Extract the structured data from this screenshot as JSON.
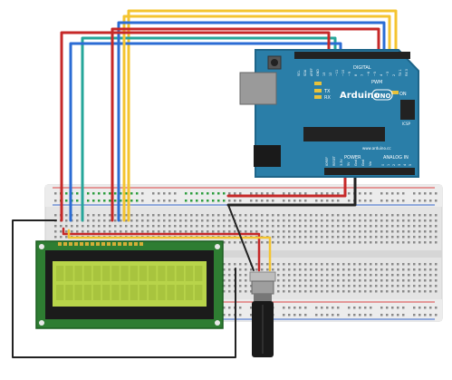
{
  "arduino": {
    "brand": "Arduino",
    "model": "UNO",
    "on_label": "ON",
    "tx_label": "TX",
    "rx_label": "RX",
    "digital_label": "DIGITAL",
    "pwm_label": "PWM",
    "power_label": "POWER",
    "analog_label": "ANALOG IN",
    "icsp_label": "ICSP",
    "website": "www.arduino.cc",
    "top_pin_labels": [
      "SCL",
      "SDA",
      "AREF",
      "GND",
      "13",
      "12",
      "~11",
      "~10",
      "~9",
      "8",
      "7",
      "~6",
      "~5",
      "4",
      "~3",
      "2",
      "TX 1",
      "RX 0"
    ],
    "power_pin_labels": [
      "IOREF",
      "RESET",
      "3.3V",
      "5V",
      "Gnd",
      "Gnd",
      "Vin"
    ],
    "analog_pin_labels": [
      "0",
      "1",
      "2",
      "3",
      "4",
      "5"
    ]
  },
  "colors": {
    "board": "#2a7ea8",
    "board_dark": "#1e6589",
    "breadboard": "#e6e6e6",
    "lcd_pcb": "#2e7d32",
    "lcd_screen": "#b8d44a",
    "wire_red": "#c62828",
    "wire_black": "#222222",
    "wire_blue": "#2b6cd4",
    "wire_teal": "#26a69a",
    "wire_yellow": "#f4c430"
  },
  "icons": {
    "board": "arduino-uno-board",
    "breadboard": "solderless-breadboard",
    "display": "lcd-16x2-module",
    "pot": "potentiometer"
  }
}
